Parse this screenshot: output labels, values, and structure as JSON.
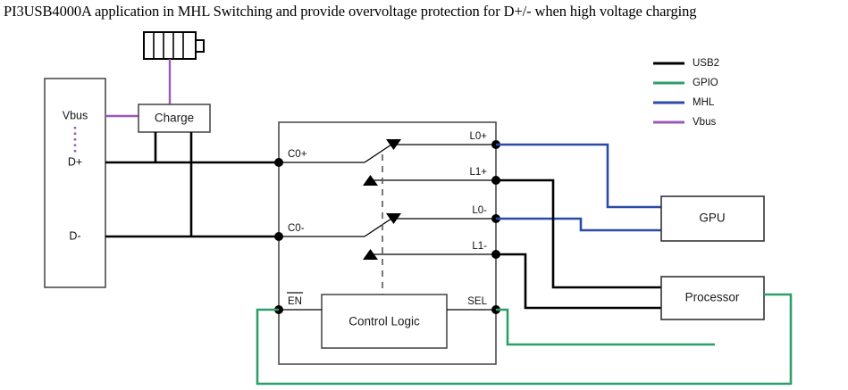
{
  "title": "PI3USB4000A application in MHL Switching and provide overvoltage protection for D+/- when high voltage charging",
  "colors": {
    "usb2": "#000000",
    "gpio": "#2e9e6b",
    "mhl": "#2b4ba8",
    "vbus": "#9b59b6",
    "box_stroke": "#4d4d4d",
    "text": "#1a1a1a",
    "background": "#ffffff"
  },
  "legend": {
    "items": [
      {
        "label": "USB2",
        "color": "#000000"
      },
      {
        "label": "GPIO",
        "color": "#2e9e6b"
      },
      {
        "label": "MHL",
        "color": "#2b4ba8"
      },
      {
        "label": "Vbus",
        "color": "#9b59b6"
      }
    ]
  },
  "connector": {
    "ports": [
      {
        "label": "Vbus",
        "signal": "vbus"
      },
      {
        "label": "D+",
        "signal": "usb2"
      },
      {
        "label": "D-",
        "signal": "usb2"
      }
    ]
  },
  "blocks": {
    "charge": "Charge",
    "control_logic": "Control Logic",
    "gpu": "GPU",
    "processor": "Processor"
  },
  "ic": {
    "left_pins": [
      {
        "label": "C0+"
      },
      {
        "label": "C0-"
      }
    ],
    "right_pins": [
      {
        "label": "L0+",
        "signal": "mhl"
      },
      {
        "label": "L1+",
        "signal": "usb2"
      },
      {
        "label": "L0-",
        "signal": "mhl"
      },
      {
        "label": "L1-",
        "signal": "usb2"
      }
    ],
    "control_pins": [
      {
        "label": "EN",
        "overline": true,
        "signal": "gpio"
      },
      {
        "label": "SEL",
        "overline": false,
        "signal": "gpio"
      }
    ]
  },
  "battery": {
    "name": "battery-icon",
    "cells": 5
  }
}
